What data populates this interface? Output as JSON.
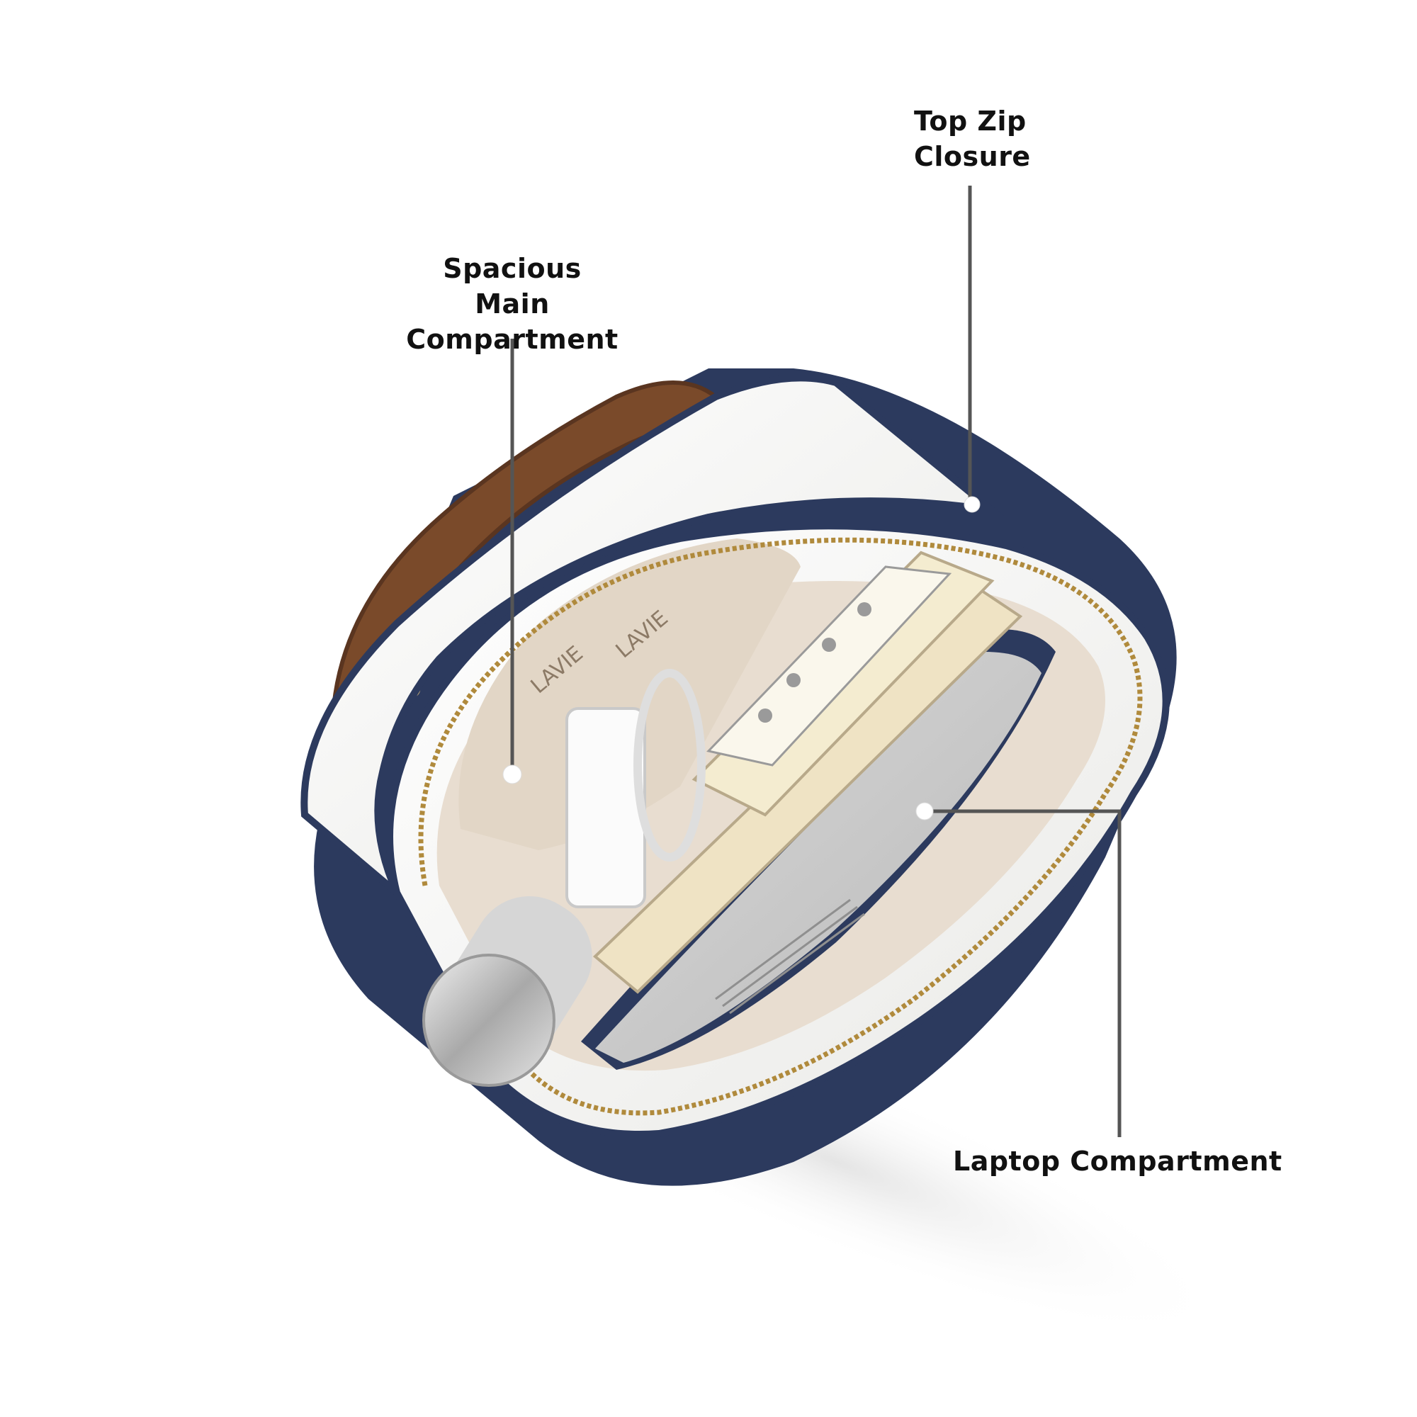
{
  "callouts": {
    "top_zip": "Top Zip\nClosure",
    "main_compartment": "Spacious Main\nCompartment",
    "laptop_compartment": "Laptop Compartment"
  },
  "bag": {
    "lining_brand": "LAVIE"
  },
  "colors": {
    "bag_body": "#f7f7f5",
    "trim": "#2c3a5e",
    "handle": "#7a4a2a",
    "lining": "#e8ddd0",
    "label_text": "#111111",
    "leader_line": "#555555"
  }
}
